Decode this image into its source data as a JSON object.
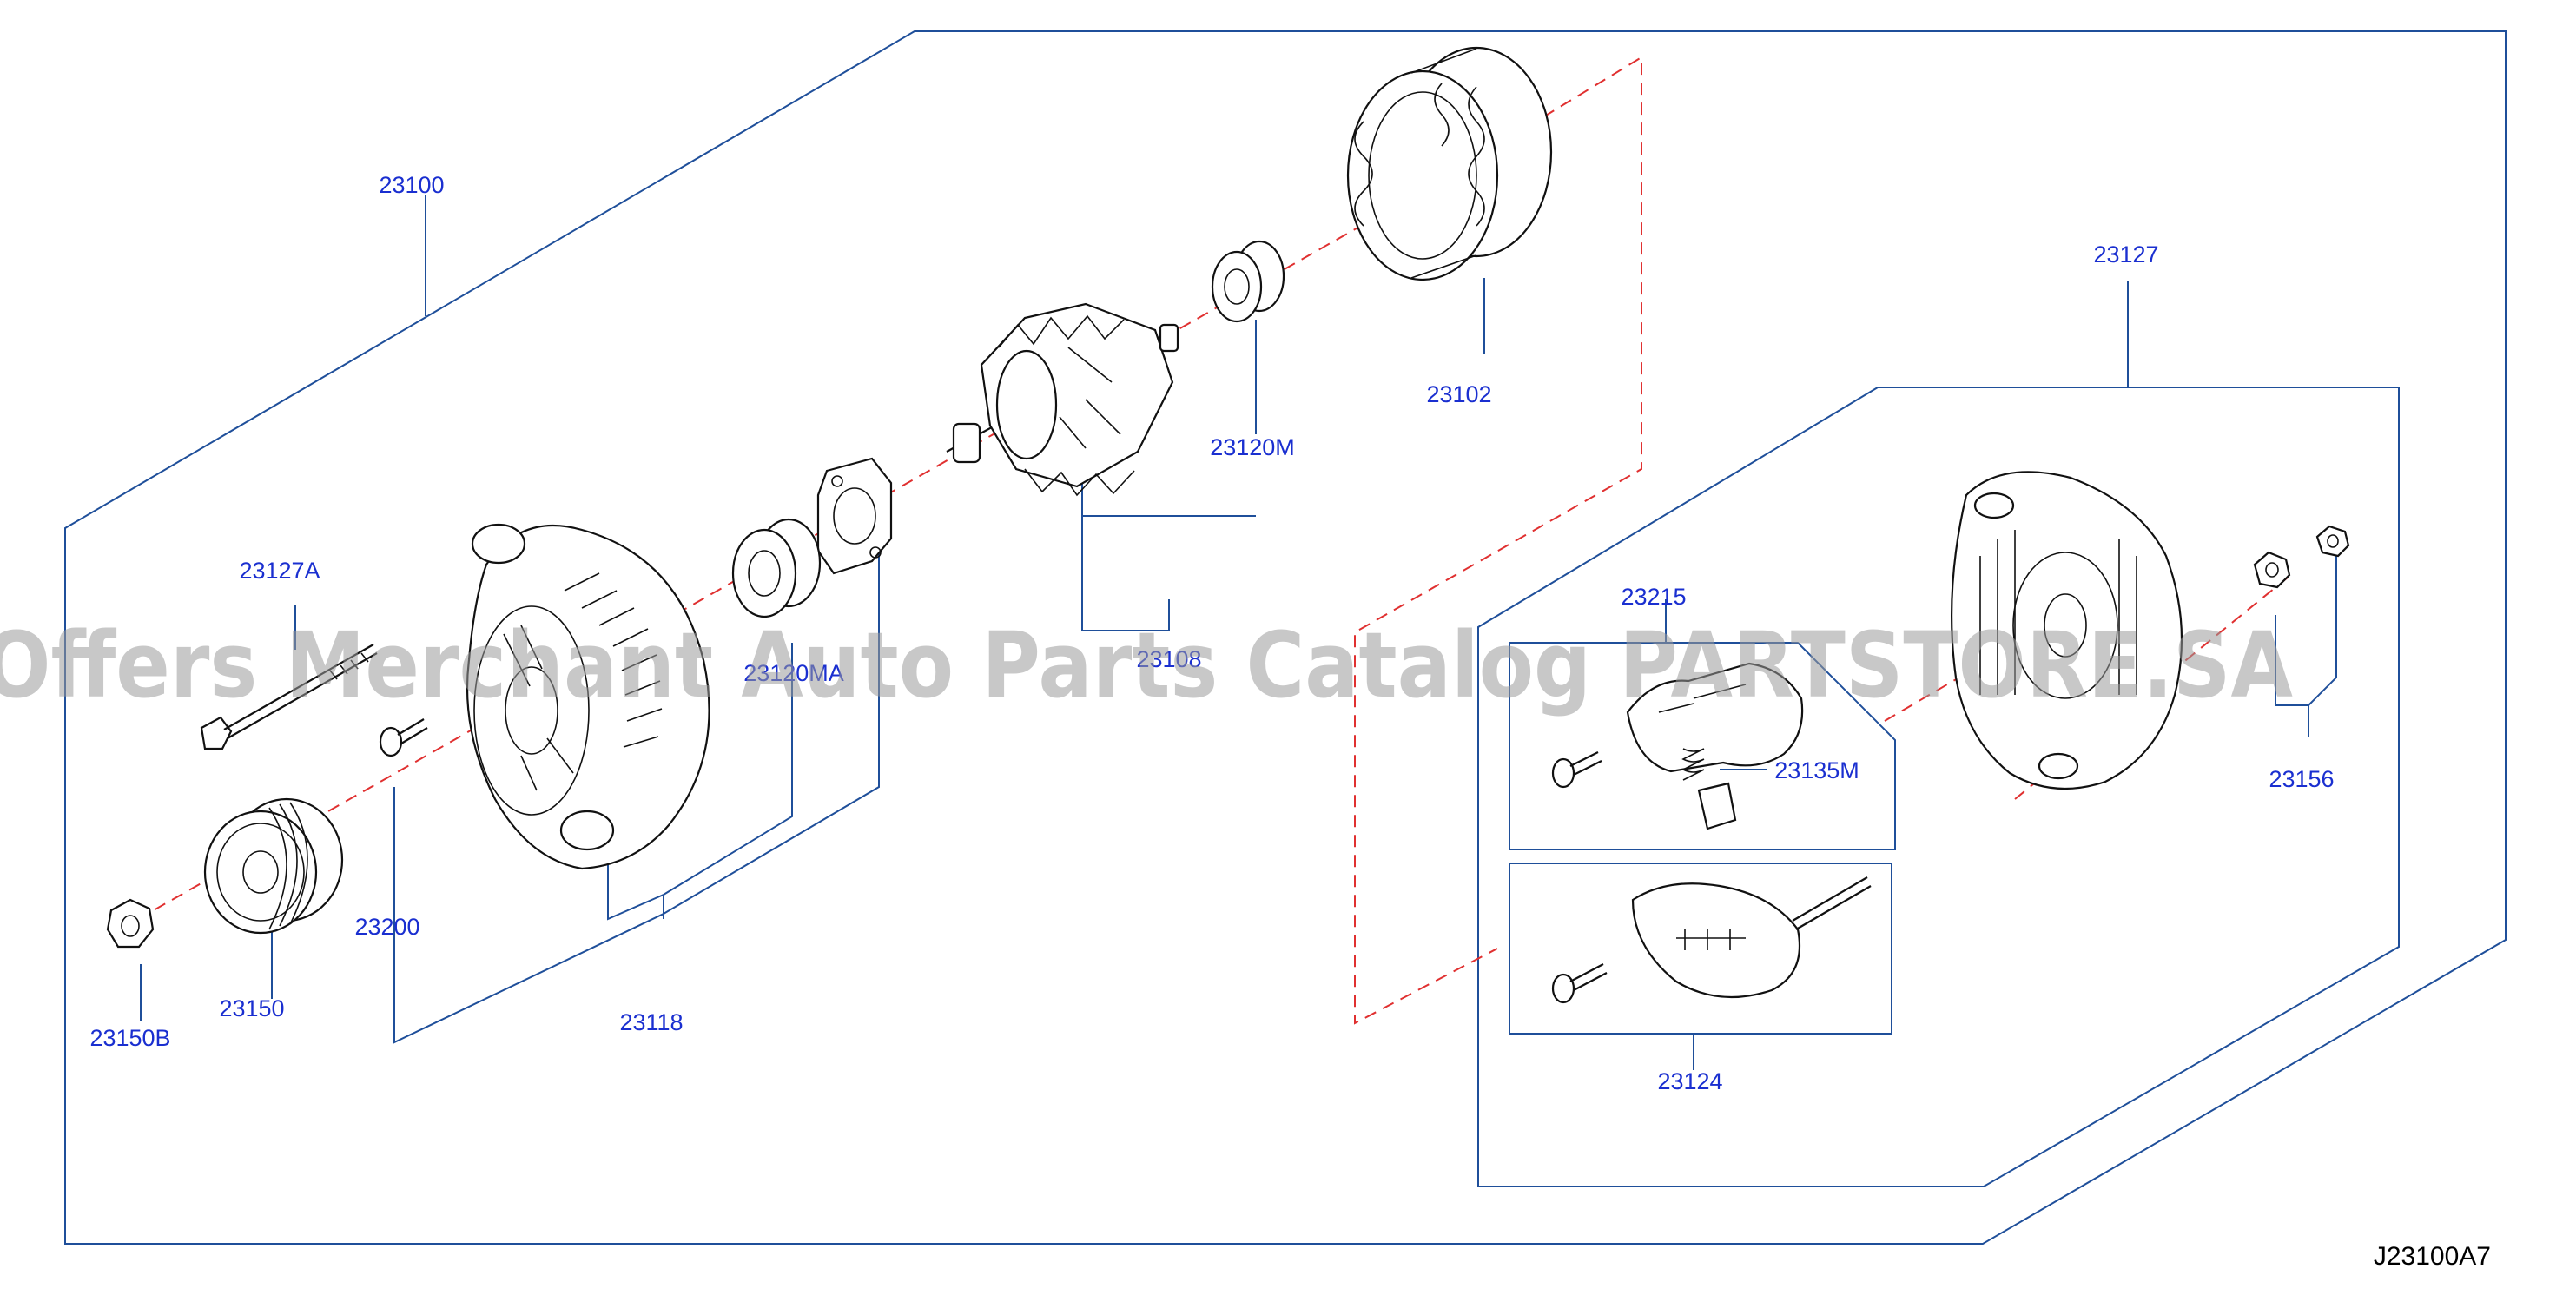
{
  "callouts": {
    "p23100": "23100",
    "p23102": "23102",
    "p23120M": "23120M",
    "p23108": "23108",
    "p23120MA": "23120MA",
    "p23127A": "23127A",
    "p23200": "23200",
    "p23150": "23150",
    "p23150B": "23150B",
    "p23118": "23118",
    "p23127": "23127",
    "p23215": "23215",
    "p23135M": "23135M",
    "p23124": "23124",
    "p23156": "23156"
  },
  "diagram_code": "J23100A7",
  "watermark": "Offers Merchant Auto Parts Catalog PARTSTORE.SA",
  "colors": {
    "frame": "#1f4f9a",
    "callout_text": "#1a2fd0",
    "axis_dash": "#e03030",
    "watermark": "#9a9a9a"
  }
}
